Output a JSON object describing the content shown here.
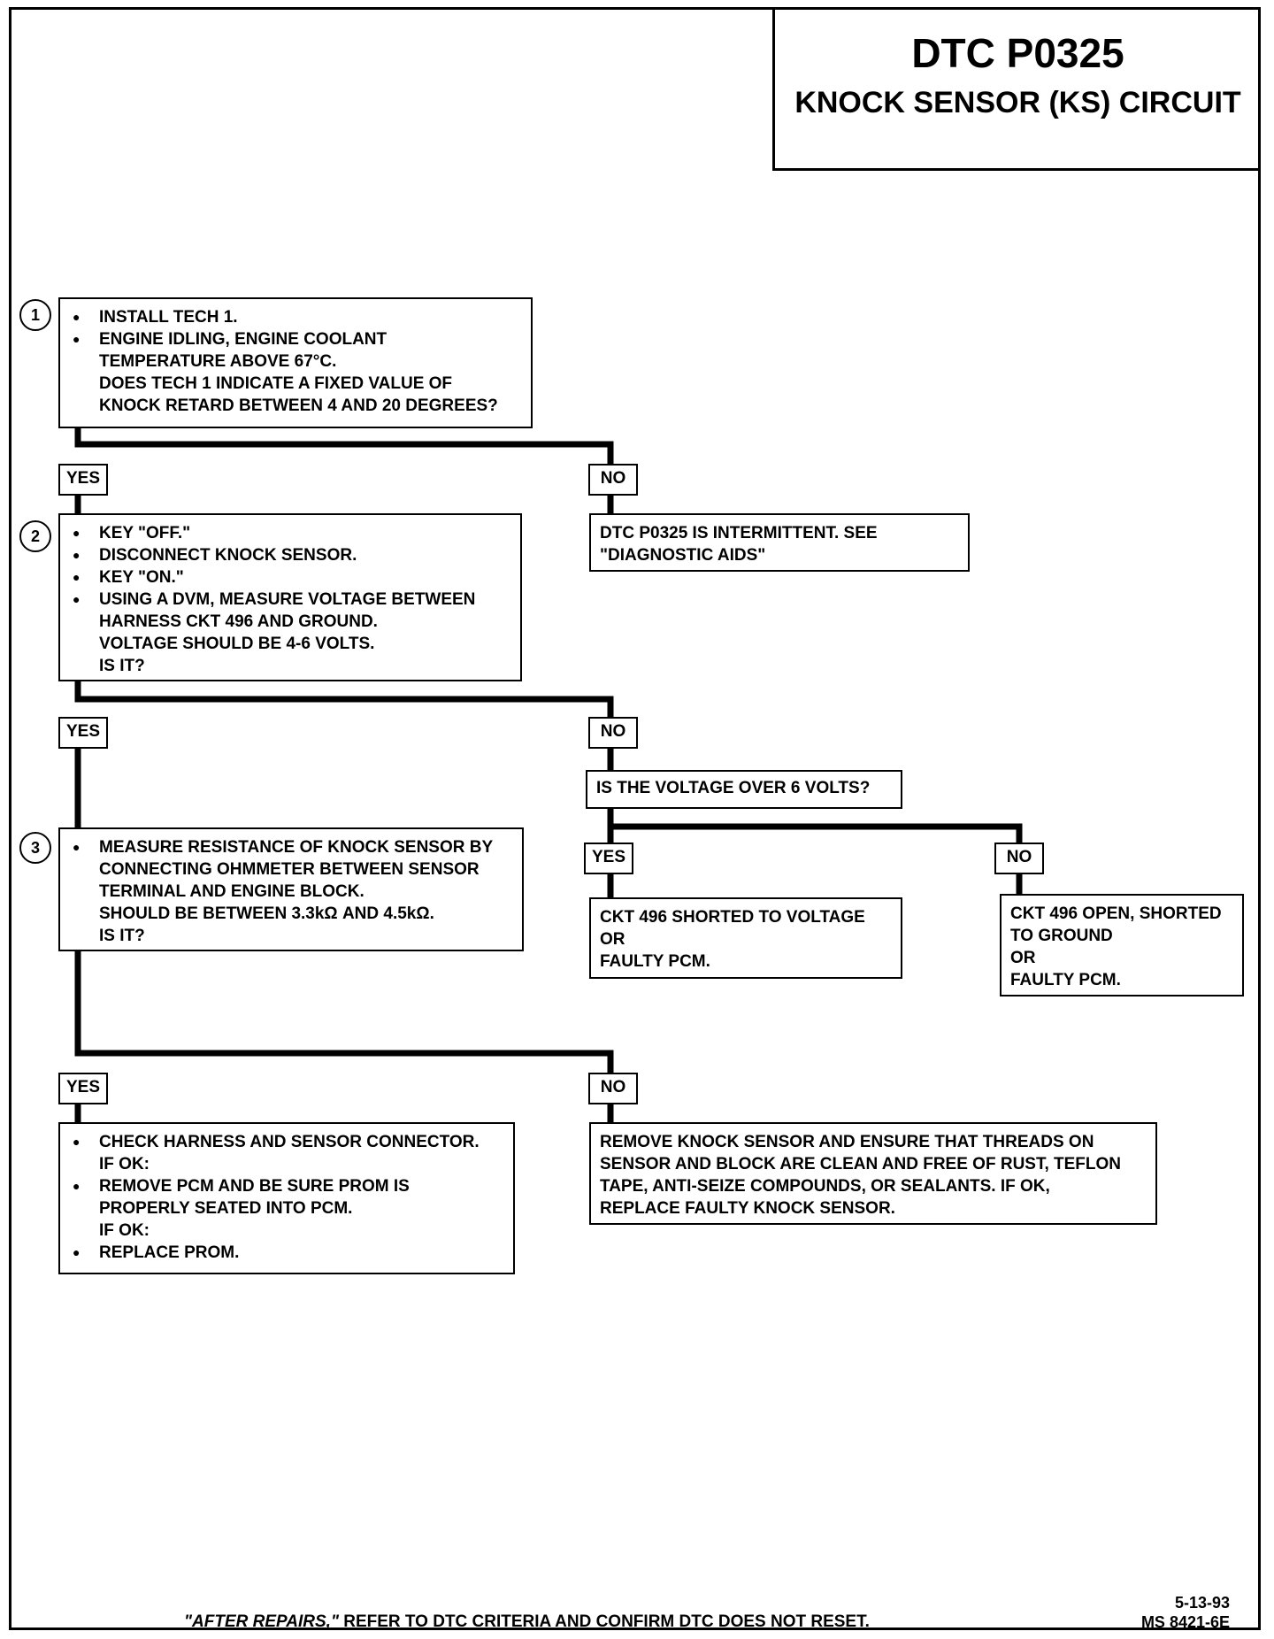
{
  "title": {
    "code": "DTC P0325",
    "name": "KNOCK SENSOR (KS) CIRCUIT"
  },
  "steps": [
    {
      "number": "1",
      "lines": [
        {
          "bullet": true,
          "text": "INSTALL TECH 1."
        },
        {
          "bullet": true,
          "text": "ENGINE IDLING, ENGINE COOLANT"
        },
        {
          "bullet": false,
          "text": "TEMPERATURE ABOVE 67°C."
        },
        {
          "bullet": false,
          "text": "DOES TECH 1 INDICATE  A FIXED VALUE OF"
        },
        {
          "bullet": false,
          "text": "KNOCK RETARD BETWEEN 4 AND 20 DEGREES?"
        }
      ]
    },
    {
      "number": "2",
      "lines": [
        {
          "bullet": true,
          "text": "KEY \"OFF.\""
        },
        {
          "bullet": true,
          "text": "DISCONNECT KNOCK SENSOR."
        },
        {
          "bullet": true,
          "text": "KEY \"ON.\""
        },
        {
          "bullet": true,
          "text": "USING A DVM, MEASURE VOLTAGE BETWEEN"
        },
        {
          "bullet": false,
          "text": "HARNESS CKT 496 AND GROUND."
        },
        {
          "bullet": false,
          "text": "VOLTAGE SHOULD BE 4-6 VOLTS."
        },
        {
          "bullet": false,
          "text": "IS IT?"
        }
      ]
    },
    {
      "number": "3",
      "lines": [
        {
          "bullet": true,
          "text": "MEASURE RESISTANCE OF KNOCK SENSOR BY"
        },
        {
          "bullet": false,
          "text": "CONNECTING OHMMETER BETWEEN SENSOR"
        },
        {
          "bullet": false,
          "text": "TERMINAL AND ENGINE BLOCK."
        },
        {
          "bullet": false,
          "text": "SHOULD BE BETWEEN 3.3kΩ AND 4.5kΩ."
        },
        {
          "bullet": false,
          "text": "IS IT?"
        }
      ]
    }
  ],
  "labels": {
    "yes": "YES",
    "no": "NO"
  },
  "results": {
    "intermittent": [
      "DTC P0325 IS INTERMITTENT.  SEE",
      "\"DIAGNOSTIC AIDS\""
    ],
    "voltage_question": "IS THE VOLTAGE OVER 6 VOLTS?",
    "shorted_voltage": [
      "CKT 496 SHORTED TO VOLTAGE",
      "OR",
      "FAULTY PCM."
    ],
    "open_shorted_ground": [
      "CKT 496 OPEN, SHORTED",
      "TO GROUND",
      "OR",
      "FAULTY PCM."
    ],
    "check_harness": [
      {
        "bullet": true,
        "text": "CHECK HARNESS AND SENSOR CONNECTOR."
      },
      {
        "bullet": false,
        "text": "IF OK:"
      },
      {
        "bullet": true,
        "text": "REMOVE PCM AND BE SURE PROM IS"
      },
      {
        "bullet": false,
        "text": "PROPERLY SEATED INTO PCM."
      },
      {
        "bullet": false,
        "text": "IF OK:"
      },
      {
        "bullet": true,
        "text": "REPLACE PROM."
      }
    ],
    "remove_sensor": [
      "REMOVE KNOCK SENSOR AND ENSURE THAT THREADS ON",
      "SENSOR AND BLOCK ARE CLEAN AND FREE OF RUST, TEFLON",
      "TAPE, ANTI-SEIZE COMPOUNDS, OR SEALANTS.  IF OK,",
      "REPLACE FAULTY KNOCK SENSOR."
    ]
  },
  "footer": {
    "note_italic": "\"AFTER REPAIRS,\"",
    "note_rest": " REFER TO DTC CRITERIA AND CONFIRM DTC DOES NOT RESET.",
    "date": "5-13-93",
    "code": "MS 8421-6E"
  }
}
